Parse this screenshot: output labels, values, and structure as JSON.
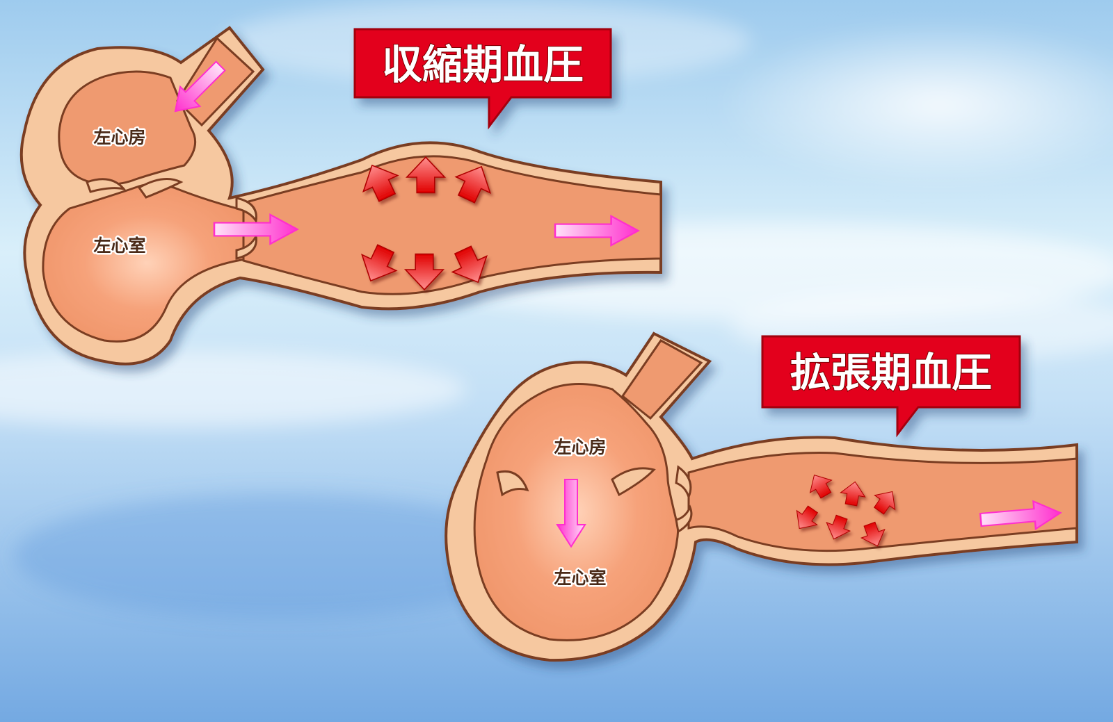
{
  "systolic": {
    "title": "収縮期血圧",
    "atrium_label": "左心房",
    "ventricle_label": "左心室"
  },
  "diastolic": {
    "title": "拡張期血圧",
    "atrium_label": "左心房",
    "ventricle_label": "左心室"
  },
  "colors": {
    "sky_top": "#cfe7f7",
    "sky_bottom": "#7fb0e6",
    "tissue_wall": "#f6c8a0",
    "tissue_outline": "#7a3e20",
    "blood": "#ef9a70",
    "callout_red": "#e3001b",
    "flow_arrow_magenta": "#ff3ad2",
    "pressure_arrow_red": "#f0000f"
  }
}
